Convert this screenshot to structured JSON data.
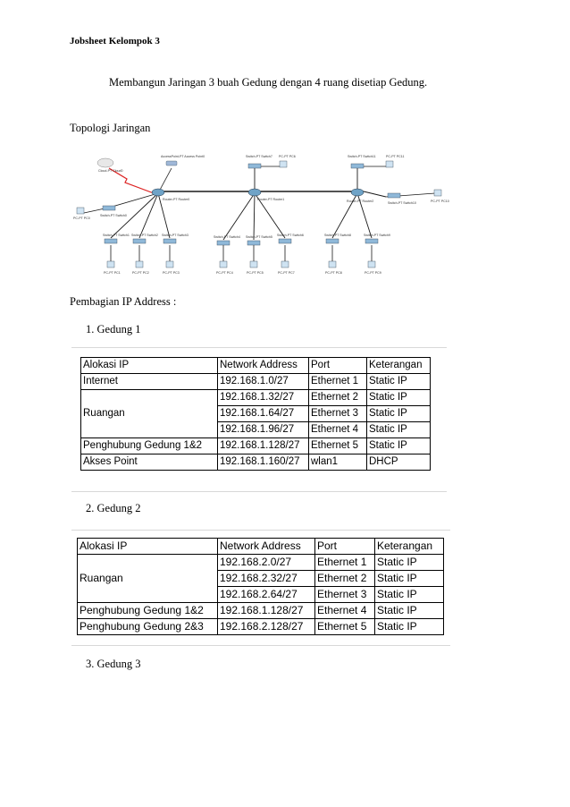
{
  "header": {
    "title": "Jobsheet Kelompok 3"
  },
  "subtitle": "Membangun Jaringan 3 buah Gedung dengan 4 ruang disetiap Gedung.",
  "topology": {
    "heading": "Topologi Jaringan",
    "devices": {
      "cloud": "Cloud-PT Cloud0",
      "ap": "AccessPoint-PT Access Point0",
      "sw_top2": "Switch-PT Switch7",
      "pc_top2": "PC-PT PC6",
      "sw_top3": "Switch-PT Switch11",
      "pc_top3": "PC-PT PC11",
      "router0": "Router-PT Router0",
      "router1": "Router-PT Router1",
      "router2": "Router-PT Router2",
      "sw_left": "Switch-PT Switch0",
      "pc_left": "PC-PT PC0",
      "sw_right": "Switch-PT Switch10",
      "pc_right": "PC-PT PC10",
      "sw1": "Switch-PT Switch1",
      "sw2": "Switch-PT Switch2",
      "sw3": "Switch-PT Switch3",
      "sw4": "Switch-PT Switch4",
      "sw5": "Switch-PT Switch5",
      "sw6": "Switch-PT Switch6",
      "sw8": "Switch-PT Switch8",
      "sw9": "Switch-PT Switch9",
      "pc1": "PC-PT PC1",
      "pc2": "PC-PT PC2",
      "pc3": "PC-PT PC3",
      "pc4": "PC-PT PC4",
      "pc5": "PC-PT PC5",
      "pc7": "PC-PT PC7",
      "pc8": "PC-PT PC8",
      "pc9": "PC-PT PC9"
    }
  },
  "ip_section": {
    "heading": "Pembagian IP Address :",
    "gedung1_label": "1.  Gedung 1",
    "gedung2_label": "2.  Gedung 2",
    "gedung3_label": "3.  Gedung 3"
  },
  "table1": {
    "headers": [
      "Alokasi IP",
      "Network Address",
      "Port",
      "Keterangan"
    ],
    "internet": [
      "Internet",
      "192.168.1.0/27",
      "Ethernet 1",
      "Static IP"
    ],
    "ruangan_label": "Ruangan",
    "ruangan_rows": [
      [
        "192.168.1.32/27",
        "Ethernet 2",
        "Static IP"
      ],
      [
        "192.168.1.64/27",
        "Ethernet 3",
        "Static IP"
      ],
      [
        "192.168.1.96/27",
        "Ethernet 4",
        "Static IP"
      ]
    ],
    "penghubung": [
      "Penghubung Gedung 1&2",
      "192.168.1.128/27",
      "Ethernet 5",
      "Static IP"
    ],
    "akses": [
      "Akses Point",
      "192.168.1.160/27",
      "wlan1",
      "DHCP"
    ]
  },
  "table2": {
    "headers": [
      "Alokasi IP",
      "Network Address",
      "Port",
      "Keterangan"
    ],
    "ruangan_label": "Ruangan",
    "ruangan_rows": [
      [
        "192.168.2.0/27",
        "Ethernet 1",
        "Static IP"
      ],
      [
        "192.168.2.32/27",
        "Ethernet 2",
        "Static IP"
      ],
      [
        "192.168.2.64/27",
        "Ethernet 3",
        "Static IP"
      ]
    ],
    "penghubung12": [
      "Penghubung Gedung 1&2",
      "192.168.1.128/27",
      "Ethernet 4",
      "Static IP"
    ],
    "penghubung23": [
      "Penghubung Gedung 2&3",
      "192.168.2.128/27",
      "Ethernet 5",
      "Static IP"
    ]
  }
}
